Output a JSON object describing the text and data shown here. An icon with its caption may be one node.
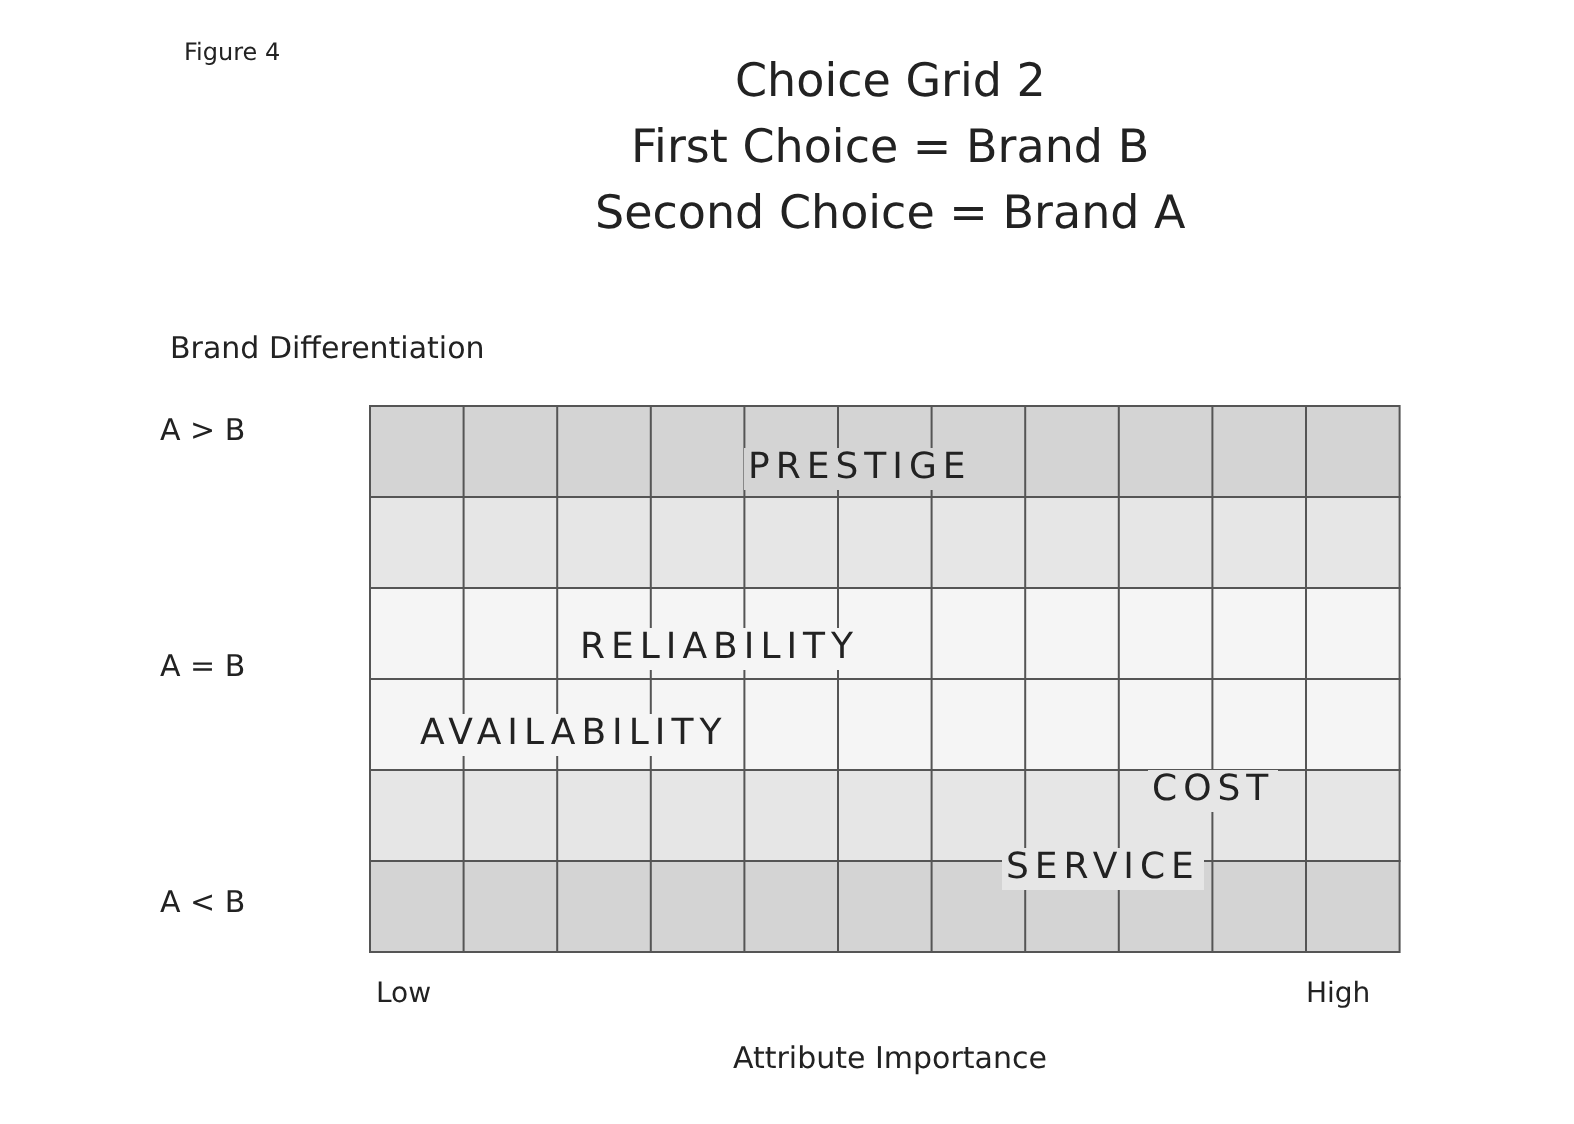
{
  "diagram": {
    "title": "Choice Grid 2",
    "labels": [
      "Figure 4",
      "First Choice = Brand B",
      "Second Choice = Brand A",
      "Brand Differentiation",
      "A > B",
      "PRESTIGE",
      "A = B",
      "RELIABILITY",
      "AVAILABILITY",
      "COST",
      "SERVICE",
      "A < B",
      "Low",
      "High",
      "Attribute Importance"
    ]
  }
}
